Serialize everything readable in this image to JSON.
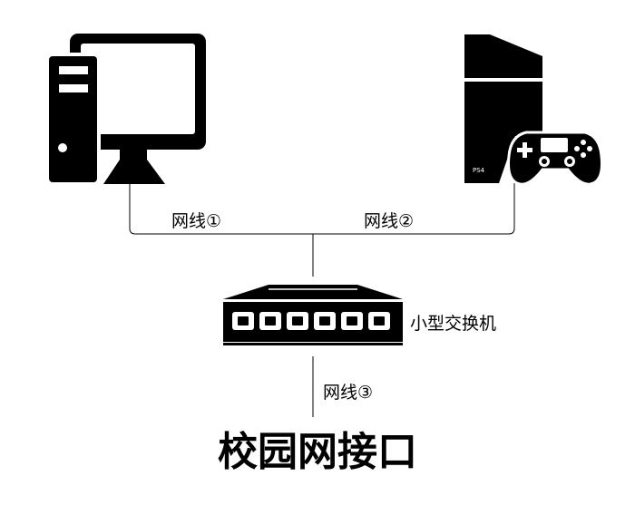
{
  "diagram": {
    "devices": {
      "computer": {
        "icon": "desktop-computer-icon"
      },
      "console": {
        "icon": "game-console-icon",
        "badge": "PS4"
      },
      "controller": {
        "icon": "gamepad-icon"
      },
      "switch": {
        "icon": "network-switch-icon",
        "label": "小型交换机"
      }
    },
    "cables": [
      {
        "id": "cable-1",
        "label": "网线①"
      },
      {
        "id": "cable-2",
        "label": "网线②"
      },
      {
        "id": "cable-3",
        "label": "网线③"
      }
    ],
    "destination": {
      "label": "校园网接口"
    },
    "colors": {
      "foreground": "#000000",
      "background": "#ffffff",
      "line": "#000000"
    }
  }
}
